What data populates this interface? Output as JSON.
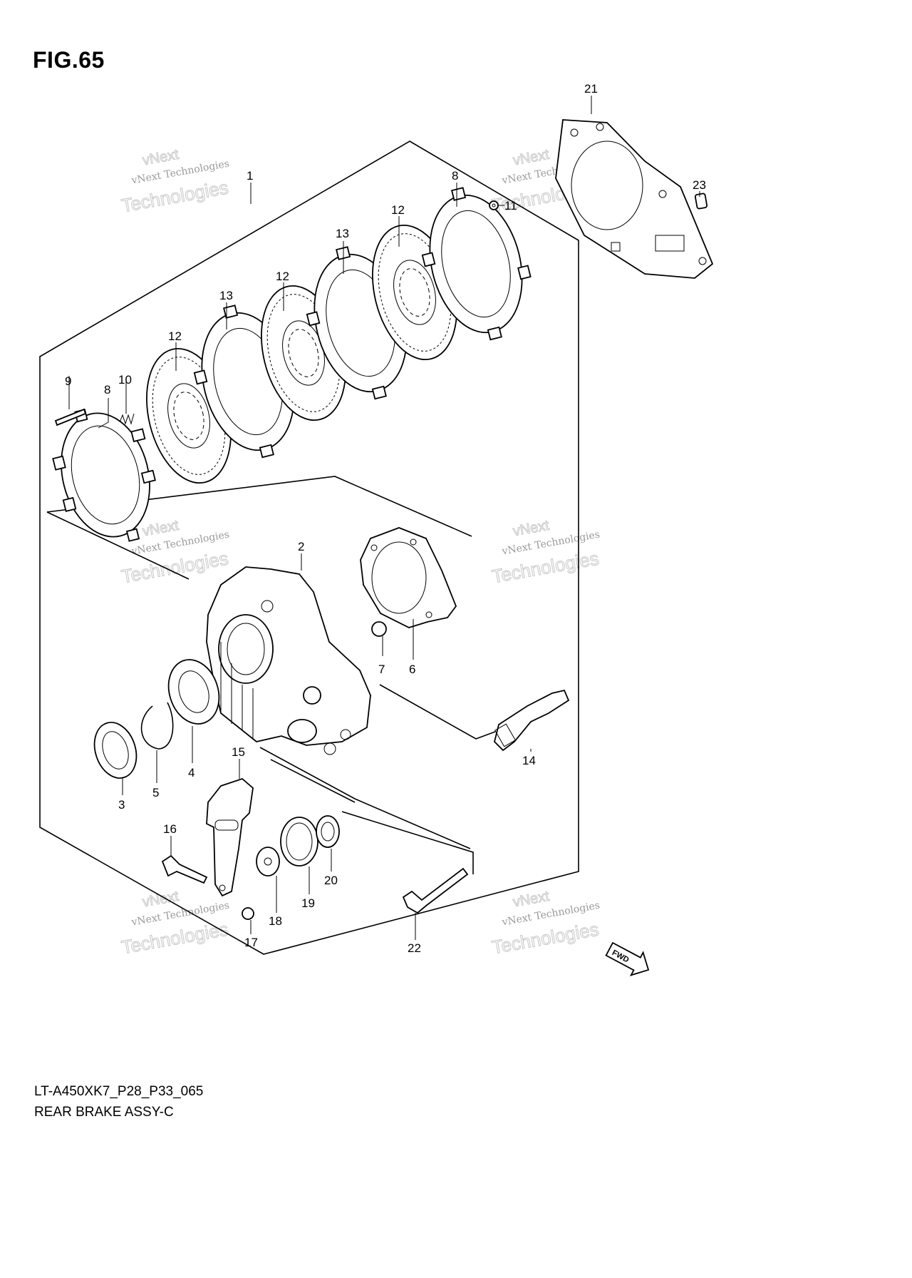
{
  "figure": {
    "title": "FIG.65",
    "model_code": "LT-A450XK7_P28_P33_065",
    "assembly_name": "REAR BRAKE ASSY-C"
  },
  "watermark": {
    "line1": "vNext",
    "line2": "vNext Technologies",
    "line3": "Technologies"
  },
  "fwd_label": "FWD",
  "callouts": [
    "1",
    "2",
    "3",
    "4",
    "5",
    "6",
    "7",
    "8",
    "8",
    "9",
    "10",
    "11",
    "12",
    "12",
    "12",
    "13",
    "13",
    "14",
    "15",
    "16",
    "17",
    "18",
    "19",
    "20",
    "21",
    "22",
    "23"
  ]
}
